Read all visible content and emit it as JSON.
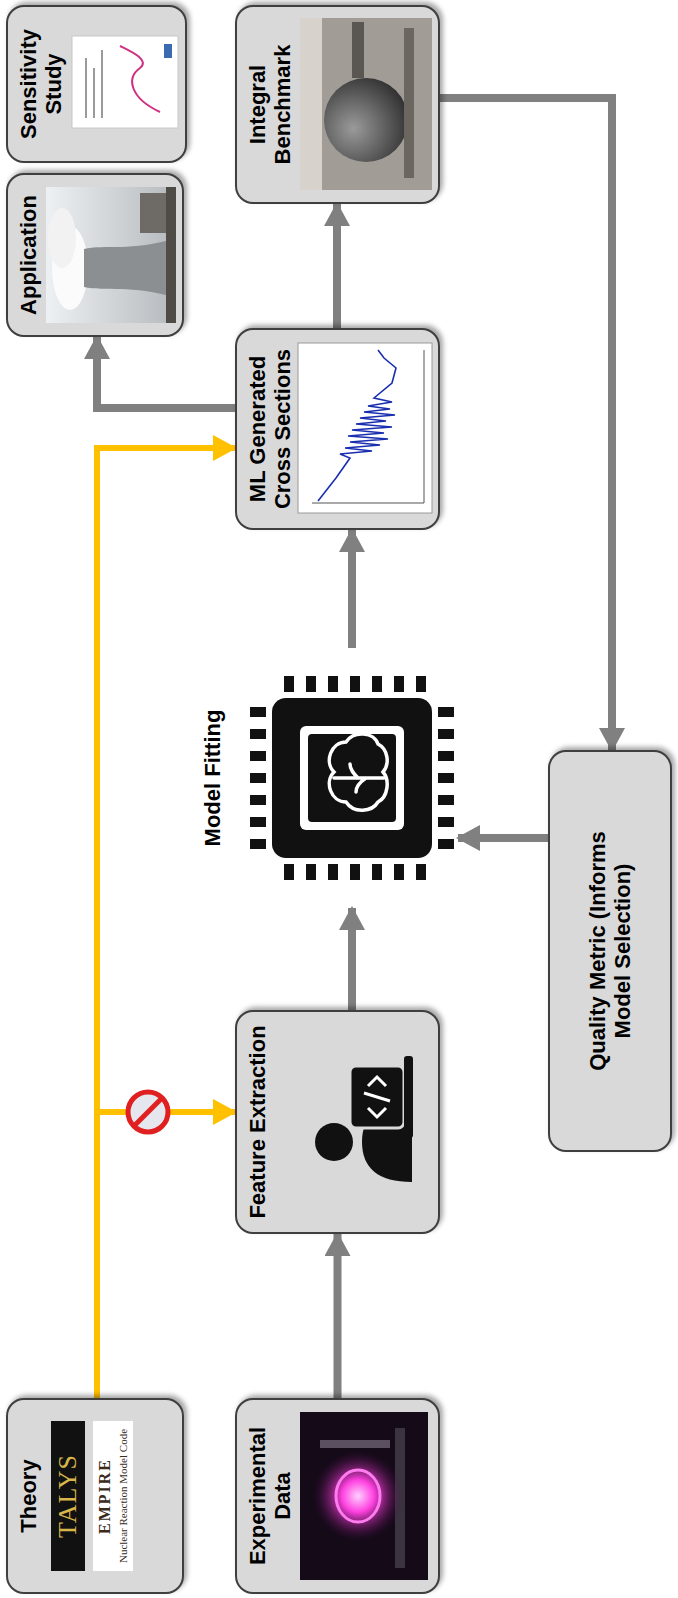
{
  "diagram": {
    "nodes": [
      {
        "text": [
          "Theory",
          "TALYS",
          "EMPIRE",
          "Nuclear Reaction Model Code"
        ]
      },
      {
        "text": [
          "Experimental Data"
        ]
      },
      {
        "text": [
          "Feature Extraction"
        ]
      },
      {
        "text": [
          "Model Fitting"
        ]
      },
      {
        "text": [
          "Quality Metric (Informs Model Selection)"
        ]
      },
      {
        "text": [
          "ML Generated Cross Sections"
        ]
      },
      {
        "text": [
          "Application"
        ]
      },
      {
        "text": [
          "Sensitivity Study"
        ]
      },
      {
        "text": [
          "Integral Benchmark"
        ]
      }
    ],
    "edges": [
      {
        "from": 0,
        "to": 2,
        "arrow": "to"
      },
      {
        "from": 0,
        "to": 5,
        "arrow": "to"
      },
      {
        "from": 1,
        "to": 2,
        "arrow": "to"
      },
      {
        "from": 2,
        "to": 3,
        "arrow": "to"
      },
      {
        "from": 3,
        "to": 5,
        "arrow": "to"
      },
      {
        "from": 5,
        "to": 8,
        "arrow": "to"
      },
      {
        "from": 5,
        "to": 6,
        "arrow": "to"
      },
      {
        "from": 8,
        "to": 4,
        "arrow": "to"
      },
      {
        "from": 4,
        "to": 3,
        "arrow": "to"
      }
    ]
  }
}
